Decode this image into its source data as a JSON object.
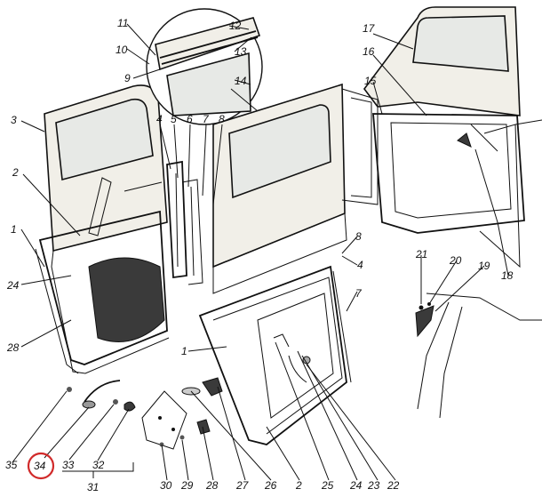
{
  "diagram": {
    "callouts": [
      {
        "id": "c1a",
        "text": "1"
      },
      {
        "id": "c1b",
        "text": "1"
      },
      {
        "id": "c2a",
        "text": "2"
      },
      {
        "id": "c2b",
        "text": "2"
      },
      {
        "id": "c3",
        "text": "3"
      },
      {
        "id": "c4a",
        "text": "4"
      },
      {
        "id": "c4b",
        "text": "4"
      },
      {
        "id": "c5",
        "text": "5"
      },
      {
        "id": "c6",
        "text": "6"
      },
      {
        "id": "c7a",
        "text": "7"
      },
      {
        "id": "c7b",
        "text": "7"
      },
      {
        "id": "c8a",
        "text": "8"
      },
      {
        "id": "c8b",
        "text": "8"
      },
      {
        "id": "c9",
        "text": "9"
      },
      {
        "id": "c10",
        "text": "10"
      },
      {
        "id": "c11",
        "text": "11"
      },
      {
        "id": "c12",
        "text": "12"
      },
      {
        "id": "c13",
        "text": "13"
      },
      {
        "id": "c14",
        "text": "14"
      },
      {
        "id": "c15",
        "text": "15"
      },
      {
        "id": "c16",
        "text": "16"
      },
      {
        "id": "c17",
        "text": "17"
      },
      {
        "id": "c18",
        "text": "18"
      },
      {
        "id": "c19",
        "text": "19"
      },
      {
        "id": "c20",
        "text": "20"
      },
      {
        "id": "c21",
        "text": "21"
      },
      {
        "id": "c22",
        "text": "22"
      },
      {
        "id": "c23",
        "text": "23"
      },
      {
        "id": "c24a",
        "text": "24"
      },
      {
        "id": "c24b",
        "text": "24"
      },
      {
        "id": "c25",
        "text": "25"
      },
      {
        "id": "c26",
        "text": "26"
      },
      {
        "id": "c27",
        "text": "27"
      },
      {
        "id": "c28a",
        "text": "28"
      },
      {
        "id": "c28b",
        "text": "28"
      },
      {
        "id": "c29",
        "text": "29"
      },
      {
        "id": "c30",
        "text": "30"
      },
      {
        "id": "c31",
        "text": "31"
      },
      {
        "id": "c32",
        "text": "32"
      },
      {
        "id": "c33",
        "text": "33"
      },
      {
        "id": "c34",
        "text": "34"
      },
      {
        "id": "c35",
        "text": "35"
      }
    ],
    "highlight_color": "#d12a2a"
  }
}
